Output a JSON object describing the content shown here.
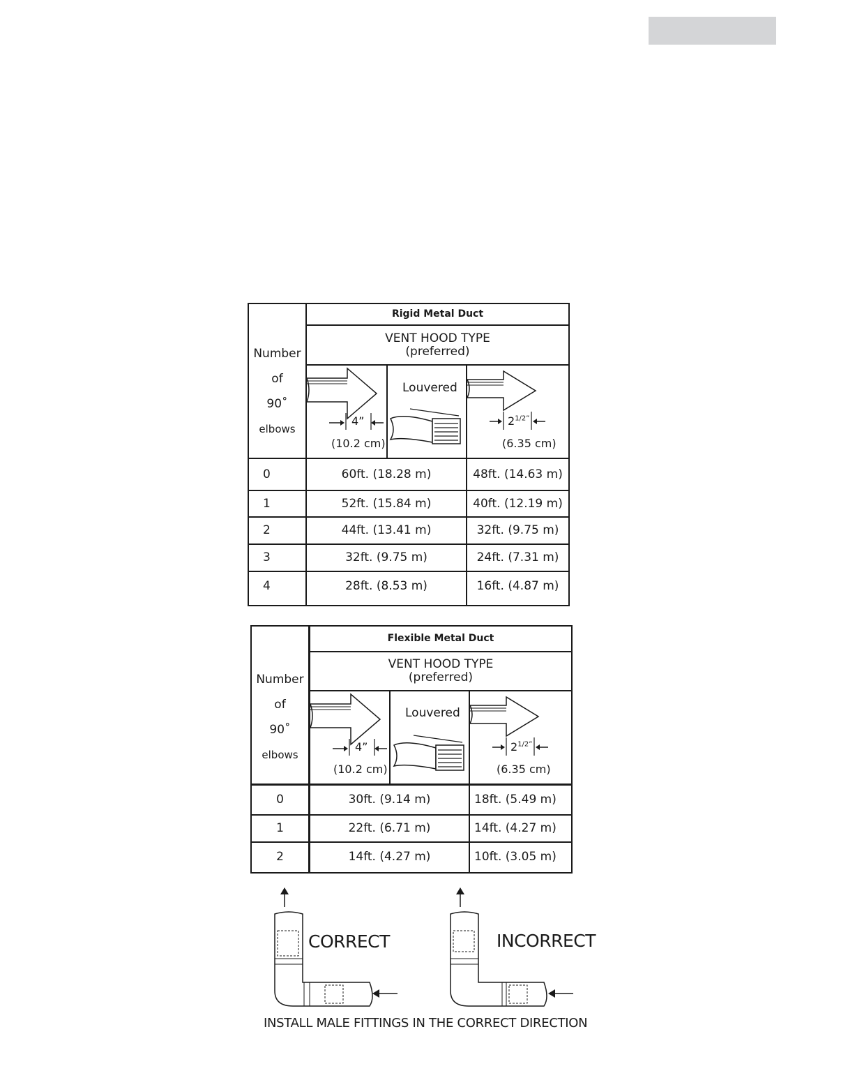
{
  "page": {
    "tab_color": "#d4d5d7"
  },
  "rigid": {
    "title": "Rigid Metal Duct",
    "vent_hood_type": "VENT HOOD TYPE",
    "preferred": "(preferred)",
    "elbow_label": [
      "Number",
      "of",
      "90˚",
      "elbows"
    ],
    "louvered": "Louvered",
    "dim_4in": "4”",
    "dim_4in_cm": "(10.2 cm)",
    "dim_25in_whole": "2",
    "dim_25in_frac": "1/2”",
    "dim_25in_cm": "(6.35 cm)",
    "rows": [
      {
        "elbows": "0",
        "vent4": "60ft. (18.28 m)",
        "vent25": "48ft. (14.63 m)"
      },
      {
        "elbows": "1",
        "vent4": "52ft. (15.84 m)",
        "vent25": "40ft. (12.19 m)"
      },
      {
        "elbows": "2",
        "vent4": "44ft. (13.41 m)",
        "vent25": "32ft. (9.75 m)"
      },
      {
        "elbows": "3",
        "vent4": "32ft. (9.75 m)",
        "vent25": "24ft. (7.31 m)"
      },
      {
        "elbows": "4",
        "vent4": "28ft. (8.53 m)",
        "vent25": "16ft. (4.87 m)"
      }
    ]
  },
  "flex": {
    "title": "Flexible Metal Duct",
    "vent_hood_type": "VENT HOOD TYPE",
    "preferred": "(preferred)",
    "elbow_label": [
      "Number",
      "of",
      "90˚",
      "elbows"
    ],
    "louvered": "Louvered",
    "dim_4in": "4”",
    "dim_4in_cm": "(10.2 cm)",
    "dim_25in_whole": "2",
    "dim_25in_frac": "1/2”",
    "dim_25in_cm": "(6.35 cm)",
    "rows": [
      {
        "elbows": "0",
        "vent4": "30ft. (9.14 m)",
        "vent25": "18ft. (5.49 m)"
      },
      {
        "elbows": "1",
        "vent4": "22ft. (6.71 m)",
        "vent25": "14ft. (4.27 m)"
      },
      {
        "elbows": "2",
        "vent4": "14ft. (4.27 m)",
        "vent25": "10ft. (3.05 m)"
      }
    ]
  },
  "fittings": {
    "correct": "CORRECT",
    "incorrect": "INCORRECT",
    "caption": "INSTALL MALE FITTINGS IN THE CORRECT DIRECTION"
  }
}
